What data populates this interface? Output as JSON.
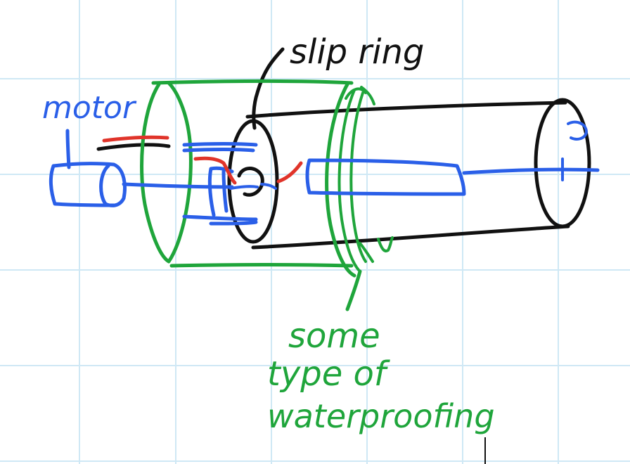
{
  "labels": {
    "motor": "motor",
    "slip_ring": "slip ring",
    "waterproof_line1": "some",
    "waterproof_line2": "type of",
    "waterproof_line3": "waterproofing"
  },
  "colors": {
    "grid": "#cfe8f5",
    "black": "#111111",
    "blue": "#2a5fe8",
    "green": "#1fa53b",
    "red": "#e0342a"
  }
}
